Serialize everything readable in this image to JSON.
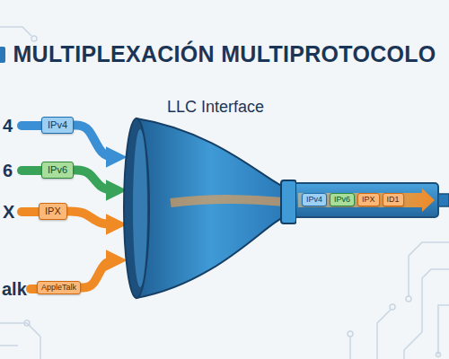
{
  "diagram": {
    "title": "MULTIPLEXACIÓN MULTIPROTOCOLO",
    "nodes": [
      {
        "text": [
          "IPv4"
        ]
      },
      {
        "text": [
          "IPv6"
        ]
      },
      {
        "text": [
          "IPX"
        ]
      },
      {
        "text": [
          "AppleTalk"
        ]
      },
      {
        "text": [
          "LLC Interface"
        ]
      },
      {
        "text": [
          "IPv4"
        ]
      },
      {
        "text": [
          "IPv6"
        ]
      },
      {
        "text": [
          "IPX"
        ]
      },
      {
        "text": [
          "ID1"
        ]
      }
    ],
    "edges": [
      {
        "from": 0,
        "to": 4,
        "arrow": "to"
      },
      {
        "from": 1,
        "to": 4,
        "arrow": "to"
      },
      {
        "from": 2,
        "to": 4,
        "arrow": "to"
      },
      {
        "from": 3,
        "to": 4,
        "arrow": "to"
      }
    ],
    "labels": [
      "4",
      "6",
      "X",
      "alk"
    ]
  }
}
